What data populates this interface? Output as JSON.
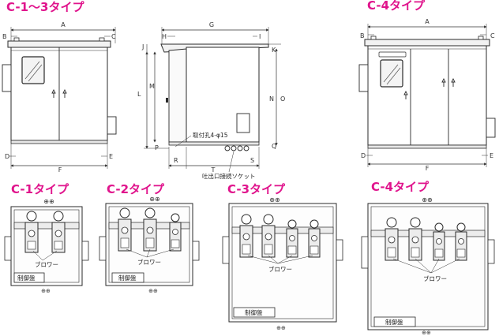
{
  "colors": {
    "title": "#e0148c",
    "line": "#2a2a2a",
    "panel_fill": "#ececec",
    "dimension": "#333333",
    "background": "#ffffff"
  },
  "titles": {
    "c1_3": "C-1～3タイプ",
    "c4_top": "C-4タイプ",
    "c1": "C-1タイプ",
    "c2": "C-2タイプ",
    "c3": "C-3タイプ",
    "c4": "C-4タイプ"
  },
  "dims": {
    "A": "A",
    "B": "B",
    "C": "C",
    "D": "D",
    "E": "E",
    "F": "F",
    "G": "G",
    "H": "H",
    "I": "I",
    "J": "J",
    "K": "K",
    "L": "L",
    "M": "M",
    "N": "N",
    "O": "O",
    "P": "P",
    "Q": "Q",
    "R": "R",
    "S": "S",
    "T": "T"
  },
  "notes": {
    "mount_holes": "取付孔4-φ15",
    "outlet_socket": "吐出口接続ソケット"
  },
  "labels": {
    "blower": "ブロワー",
    "control_panel": "制御盤"
  }
}
